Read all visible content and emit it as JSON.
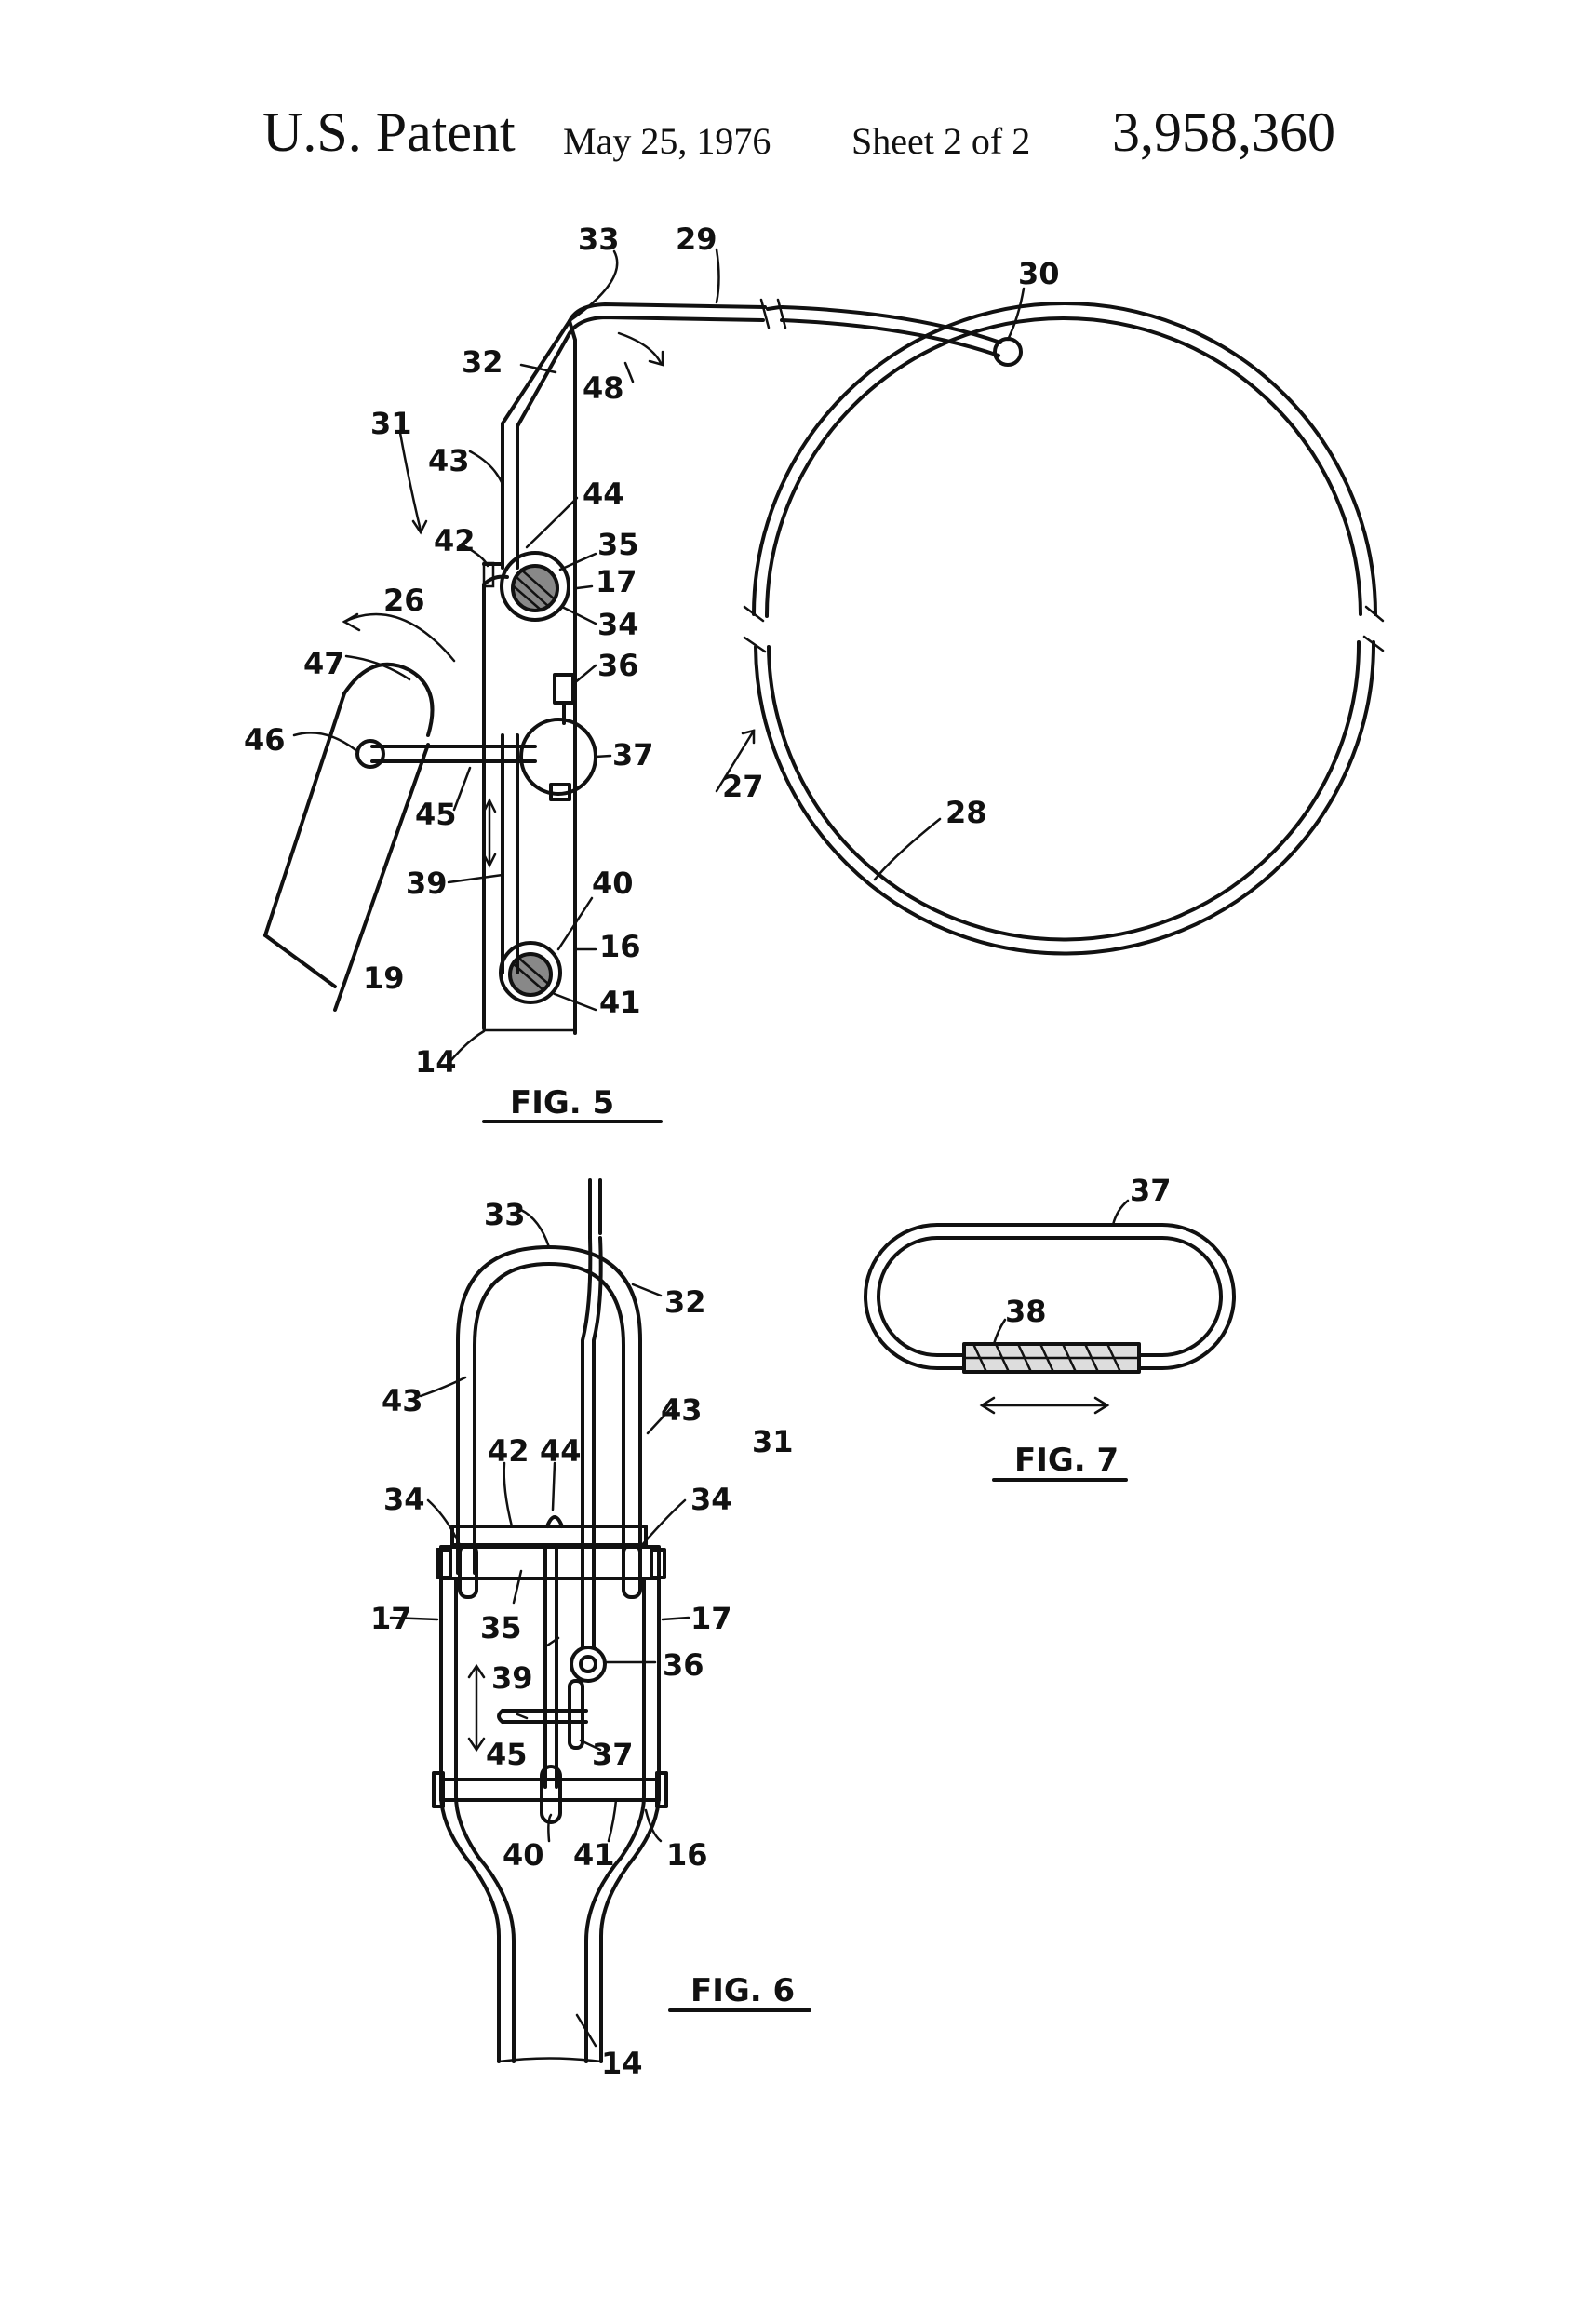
{
  "header": {
    "patent_label": "U.S. Patent",
    "date": "May 25, 1976",
    "sheet": "Sheet 2 of 2",
    "patent_number": "3,958,360"
  },
  "figures": {
    "fig5": {
      "caption": "FIG. 5",
      "refs": {
        "r33": "33",
        "r29": "29",
        "r30": "30",
        "r32": "32",
        "r48": "48",
        "r31": "31",
        "r43": "43",
        "r44": "44",
        "r42": "42",
        "r35": "35",
        "r17": "17",
        "r26": "26",
        "r34": "34",
        "r36": "36",
        "r47": "47",
        "r46": "46",
        "r37": "37",
        "r45": "45",
        "r27": "27",
        "r28": "28",
        "r39": "39",
        "r40": "40",
        "r16": "16",
        "r19": "19",
        "r41": "41",
        "r14": "14"
      }
    },
    "fig6": {
      "caption": "FIG. 6",
      "refs": {
        "r33": "33",
        "r32": "32",
        "r43a": "43",
        "r43b": "43",
        "r31": "31",
        "r42": "42",
        "r44": "44",
        "r34a": "34",
        "r34b": "34",
        "r17a": "17",
        "r17b": "17",
        "r35": "35",
        "r39": "39",
        "r36": "36",
        "r45": "45",
        "r37": "37",
        "r40": "40",
        "r41": "41",
        "r16": "16",
        "r14": "14"
      }
    },
    "fig7": {
      "caption": "FIG. 7",
      "refs": {
        "r37": "37",
        "r38": "38"
      }
    }
  }
}
